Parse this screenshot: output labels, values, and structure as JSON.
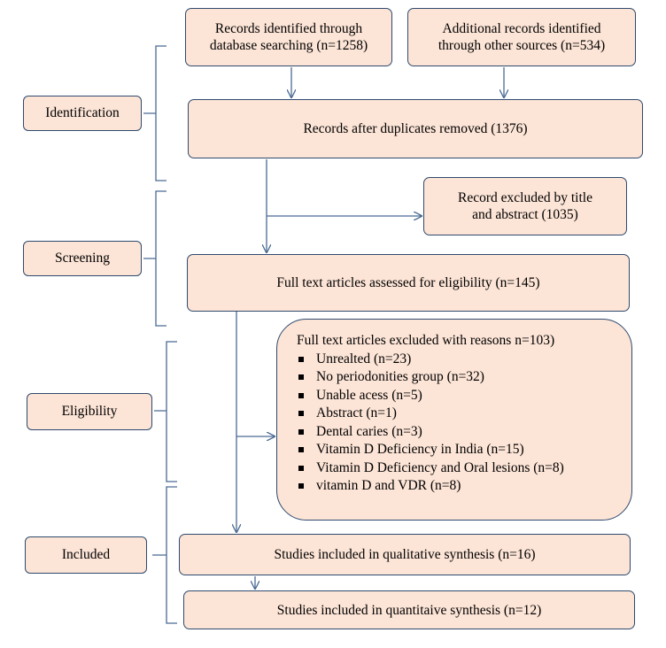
{
  "stages": {
    "identification": "Identification",
    "screening": "Screening",
    "eligibility": "Eligibility",
    "included": "Included"
  },
  "boxes": {
    "records_database": "Records identified through\ndatabase searching (n=1258)",
    "records_other": "Additional  records identified\nthrough other sources (n=534)",
    "duplicates_removed": "Records after duplicates  removed (1376)",
    "excluded_title": "Record excluded by title\nand abstract (1035)",
    "full_text_assessed": "Full text articles  assessed for eligibility  (n=145)",
    "qualitative": "Studies included in qualitative  synthesis (n=16)",
    "quantitative": "Studies included  in quantitaive  synthesis (n=12)"
  },
  "exclusions": {
    "title": "Full text articles  excluded with reasons n=103)",
    "items": [
      "Unrealted  (n=23)",
      "No periodonities  group  (n=32)",
      "Unable acess (n=5)",
      "Abstract  (n=1)",
      "Dental caries  (n=3)",
      "Vitamin  D Deficiency  in India  (n=15)",
      "Vitamin  D Deficiency  and Oral lesions  (n=8)",
      "vitamin  D and VDR (n=8)"
    ]
  },
  "colors": {
    "box_fill": "#fce4d6",
    "box_border": "#2e4a6e",
    "arrow": "#4a6a94"
  }
}
